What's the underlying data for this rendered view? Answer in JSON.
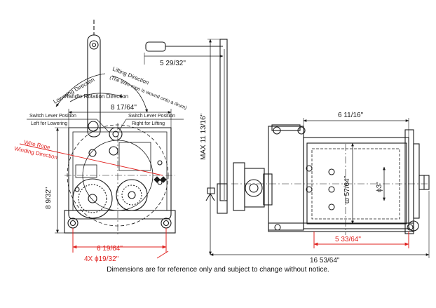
{
  "colors": {
    "line": "#1a1a1a",
    "dimension": "#e0201e",
    "background": "#ffffff"
  },
  "labels": {
    "lowering_direction": "Lowering Direction",
    "handle_rotation": "Handle Rotation Direction",
    "lifting_direction": "Lifting Direction",
    "lifting_direction_note": "(The Wire rope is wound onto a drum)",
    "switch_left_title": "Switch Lever Position",
    "switch_left_sub": "Left for Lowering",
    "switch_right_title": "Switch Lever Position",
    "switch_right_sub": "Right for Lifting",
    "wire_rope_1": "Wire Rope",
    "wire_rope_2": "Winding Direction"
  },
  "dimensions": {
    "width_top": "8  17/64\"",
    "height_left": "8  9/32\"",
    "base_bolt_spacing": "6  19/64\"",
    "bolt_holes": "4X ϕ19/32\"",
    "handle_offset": "5  29/32\"",
    "max_height": "MAX 11 13/16\"",
    "motor_length": "6  11/16\"",
    "motor_dia": "ϖ  57/64\"",
    "shaft_dia": "ϕ3\"",
    "base_length": "5  33/64\"",
    "total_length": "16  53/64\""
  },
  "footnote": "Dimensions are for reference only and subject to change without notice."
}
